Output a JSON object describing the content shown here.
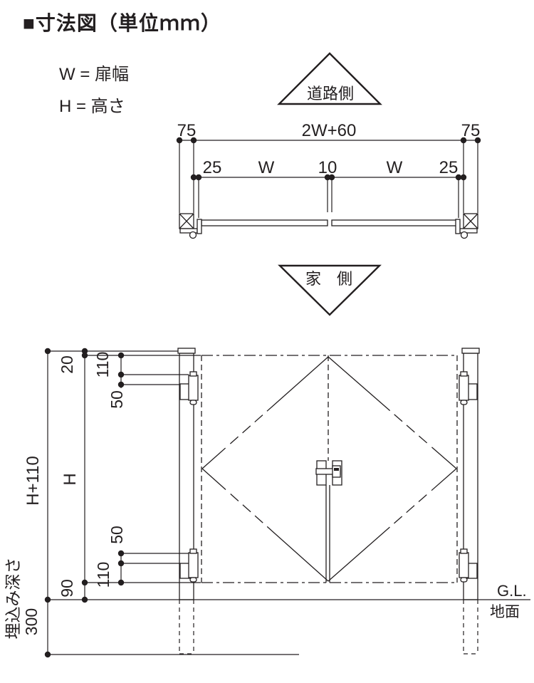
{
  "colors": {
    "ink": "#231f20",
    "background": "#ffffff"
  },
  "title": "■寸法図（単位ｍｍ）",
  "legend": {
    "width_def": "W = 扉幅",
    "height_def": "H = 高さ"
  },
  "orientation": {
    "road_side": "道路側",
    "house_side": "家　側"
  },
  "plan_dims": {
    "post_left": "75",
    "overall": "2W+60",
    "post_right": "75",
    "inset_left": "25",
    "door_left": "W",
    "center_gap": "10",
    "door_right": "W",
    "inset_right": "25"
  },
  "elevation_dims": {
    "post_top_offset": "20",
    "top_rail": "110",
    "hinge_top_offset": "50",
    "door_height": "H",
    "total_height": "H+110",
    "hinge_bottom_offset": "50",
    "bottom_rail": "110",
    "ground_clearance": "90",
    "embed_depth": "300",
    "embed_label": "埋込み深さ"
  },
  "ground": {
    "gl_label": "G.L.",
    "ground_label": "地面"
  }
}
